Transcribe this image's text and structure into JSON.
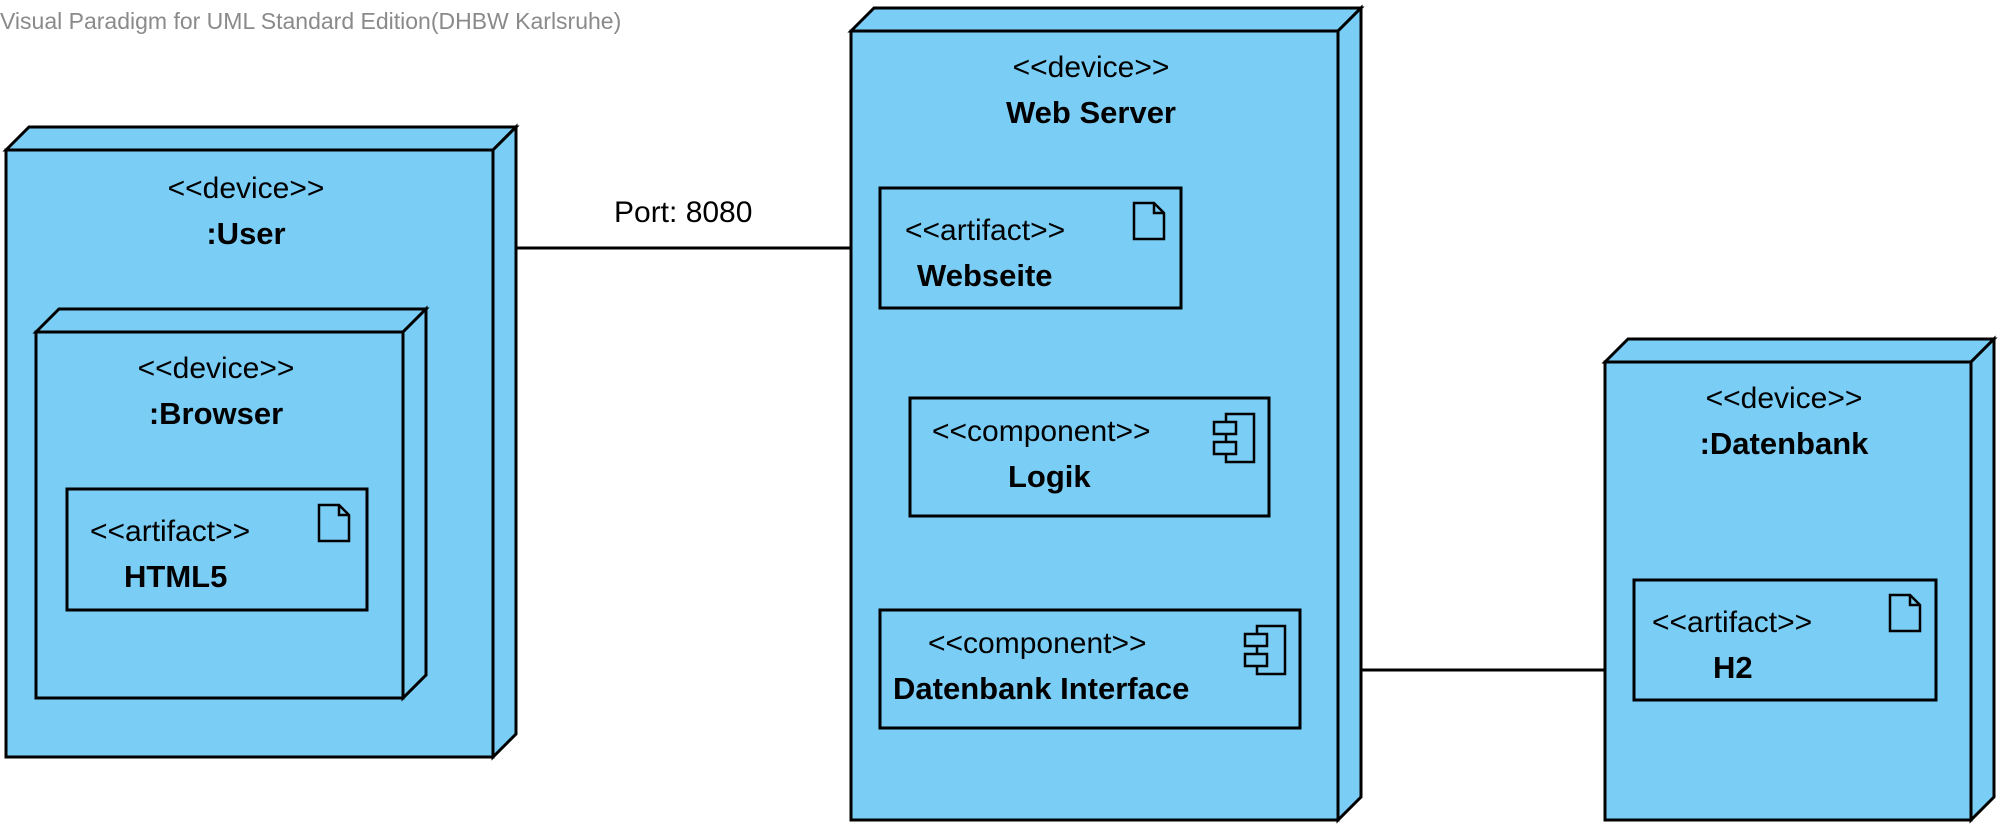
{
  "watermark": "Visual Paradigm for UML Standard Edition(DHBW Karlsruhe)",
  "colors": {
    "node_fill": "#7ACDF4",
    "node_edge": "#000000",
    "box_fill": "#7ACDF4"
  },
  "nodes": {
    "user": {
      "stereotype": "<<device>>",
      "name": ":User"
    },
    "browser": {
      "stereotype": "<<device>>",
      "name": ":Browser"
    },
    "web_server": {
      "stereotype": "<<device>>",
      "name": "Web Server"
    },
    "datenbank": {
      "stereotype": "<<device>>",
      "name": ":Datenbank"
    }
  },
  "artifacts": {
    "html5": {
      "stereotype": "<<artifact>>",
      "name": "HTML5",
      "icon": "document-icon"
    },
    "webseite": {
      "stereotype": "<<artifact>>",
      "name": "Webseite",
      "icon": "document-icon"
    },
    "h2": {
      "stereotype": "<<artifact>>",
      "name": "H2",
      "icon": "document-icon"
    }
  },
  "components": {
    "logik": {
      "stereotype": "<<component>>",
      "name": "Logik",
      "icon": "component-icon"
    },
    "db_interface": {
      "stereotype": "<<component>>",
      "name": "Datenbank Interface",
      "icon": "component-icon"
    }
  },
  "connections": {
    "user_webserver": {
      "label": "Port: 8080"
    }
  }
}
